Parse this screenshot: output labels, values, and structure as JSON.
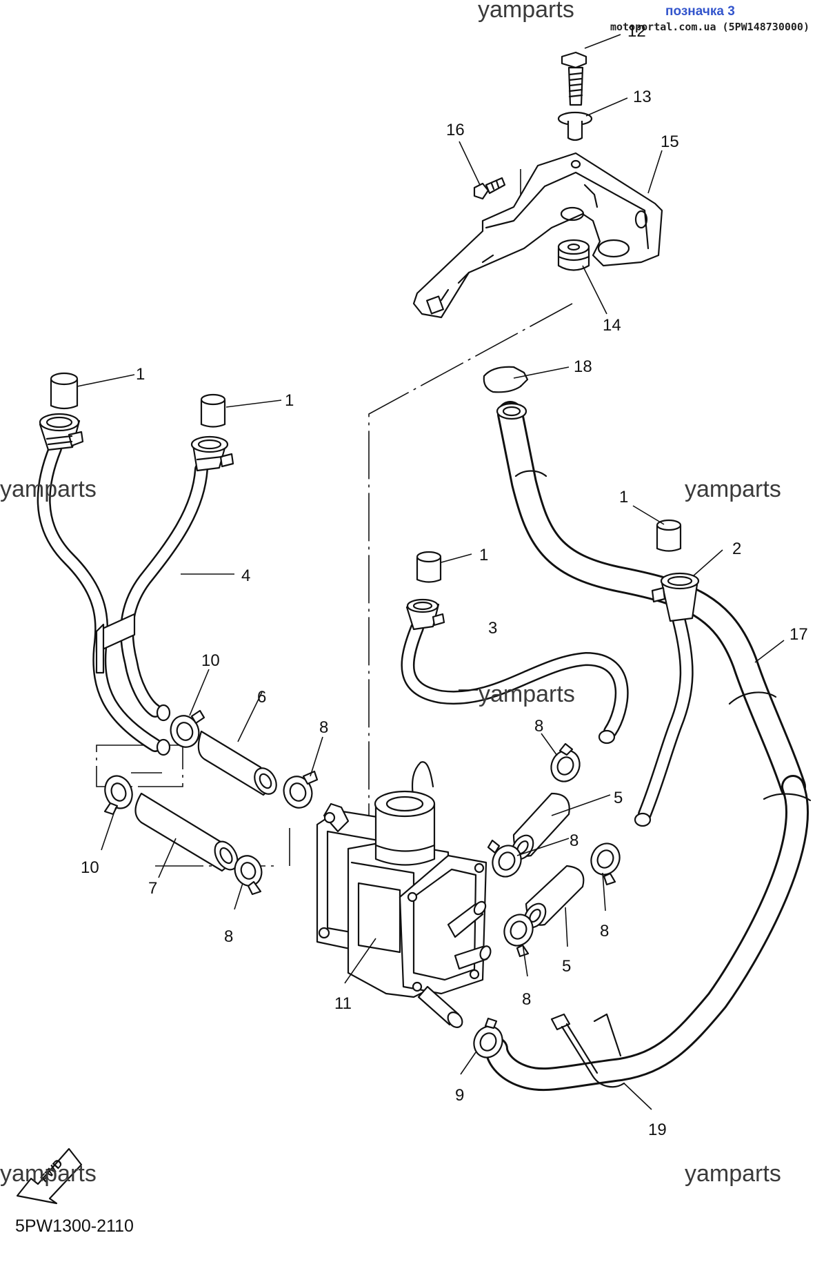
{
  "header": {
    "watermark_top": "yamparts",
    "badge": "позначка 3",
    "source": "motoportal.com.ua (5PW148730000)"
  },
  "watermarks": [
    "yamparts",
    "yamparts",
    "yamparts",
    "yamparts",
    "yamparts"
  ],
  "diagram_code": "5PW1300-2110",
  "fwd_label": "FWD",
  "callouts": {
    "c1a": "1",
    "c1b": "1",
    "c1c": "1",
    "c1d": "1",
    "c2": "2",
    "c3": "3",
    "c4": "4",
    "c5a": "5",
    "c5b": "5",
    "c6": "6",
    "c7": "7",
    "c8a": "8",
    "c8b": "8",
    "c8c": "8",
    "c8d": "8",
    "c8e": "8",
    "c8f": "8",
    "c9": "9",
    "c10a": "10",
    "c10b": "10",
    "c11": "11",
    "c12": "12",
    "c13": "13",
    "c14": "14",
    "c15": "15",
    "c16": "16",
    "c17": "17",
    "c18": "18",
    "c19": "19"
  }
}
